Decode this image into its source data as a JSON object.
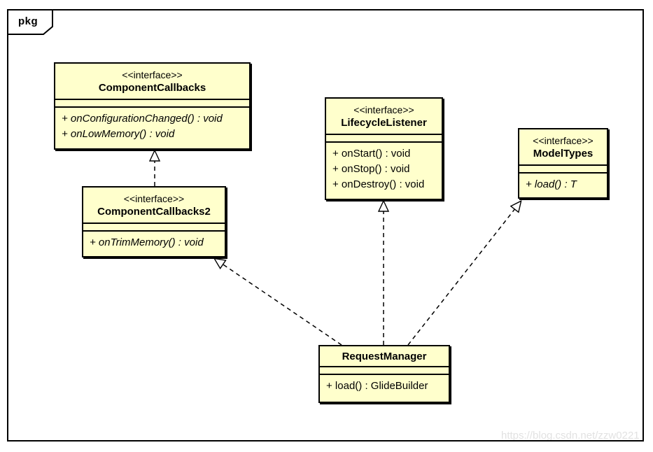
{
  "frame": {
    "tab_label": "pkg"
  },
  "watermark": {
    "text": "https://blog.csdn.net/zzw0221"
  },
  "colors": {
    "class_fill": "#FFFFCC",
    "border": "#000000",
    "watermark": "#E2E2E2"
  },
  "classes": {
    "component_callbacks": {
      "stereotype": "<<interface>>",
      "name": "ComponentCallbacks",
      "methods": [
        "+ onConfigurationChanged() : void",
        "+ onLowMemory() : void"
      ]
    },
    "lifecycle_listener": {
      "stereotype": "<<interface>>",
      "name": "LifecycleListener",
      "methods": [
        "+ onStart() : void",
        "+ onStop() : void",
        "+ onDestroy() : void"
      ]
    },
    "model_types": {
      "stereotype": "<<interface>>",
      "name": "ModelTypes",
      "methods": [
        "+ load() : T"
      ]
    },
    "component_callbacks2": {
      "stereotype": "<<interface>>",
      "name": "ComponentCallbacks2",
      "methods": [
        "+ onTrimMemory() : void"
      ]
    },
    "request_manager": {
      "name": "RequestManager",
      "methods": [
        "+ load() : GlideBuilder"
      ]
    }
  },
  "relations": [
    {
      "from": "ComponentCallbacks2",
      "to": "ComponentCallbacks",
      "type": "dashed-generalization"
    },
    {
      "from": "RequestManager",
      "to": "ComponentCallbacks2",
      "type": "dashed-generalization"
    },
    {
      "from": "RequestManager",
      "to": "LifecycleListener",
      "type": "dashed-generalization"
    },
    {
      "from": "RequestManager",
      "to": "ModelTypes",
      "type": "dashed-generalization"
    }
  ]
}
